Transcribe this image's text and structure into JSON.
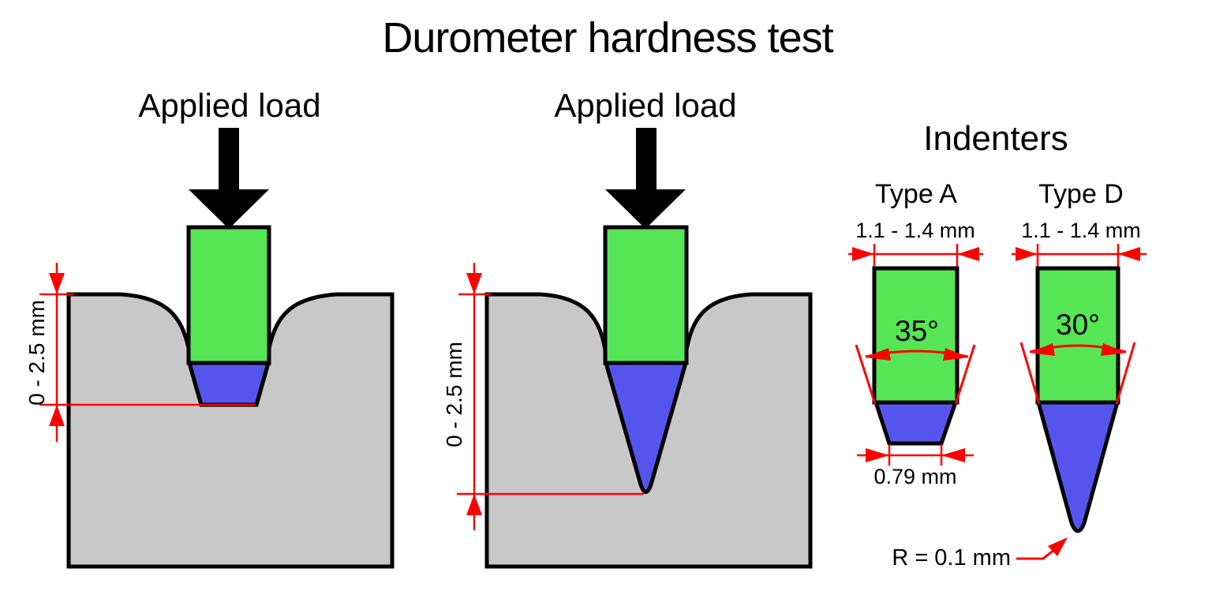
{
  "title": "Durometer hardness test",
  "colors": {
    "background": "#FFFFFF",
    "material_gray": "#C8C8C8",
    "indenter_shaft_green": "#55E555",
    "indenter_tip_blue": "#5555EE",
    "dimension_red": "#FF0000",
    "load_arrow_black": "#000000"
  },
  "test_diagrams": {
    "type_a_test": {
      "applied_load_label": "Applied load",
      "indentation_depth_label": "0 - 2.5 mm"
    },
    "type_d_test": {
      "applied_load_label": "Applied load",
      "indentation_depth_label": "0 - 2.5 mm"
    }
  },
  "indenters_panel": {
    "heading": "Indenters",
    "type_a": {
      "name": "Type A",
      "shaft_diameter_label": "1.1 - 1.4 mm",
      "cone_angle_label": "35°",
      "flat_tip_width_label": "0.79 mm"
    },
    "type_d": {
      "name": "Type D",
      "shaft_diameter_label": "1.1 - 1.4 mm",
      "cone_angle_label": "30°",
      "tip_radius_label": "R = 0.1 mm"
    }
  }
}
